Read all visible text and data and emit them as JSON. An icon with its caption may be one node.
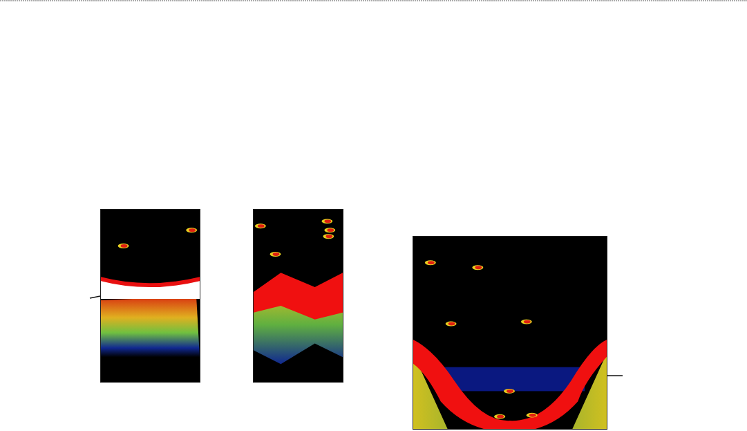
{
  "diagram": {
    "nodes": [
      {
        "text": [],
        "shape": "picture"
      },
      {
        "text": [],
        "shape": "picture"
      },
      {
        "text": [],
        "shape": "picture"
      }
    ],
    "edges": [
      {
        "from": null,
        "to": 0,
        "arrow": "none"
      },
      {
        "from": null,
        "to": 2,
        "arrow": "none"
      }
    ]
  }
}
